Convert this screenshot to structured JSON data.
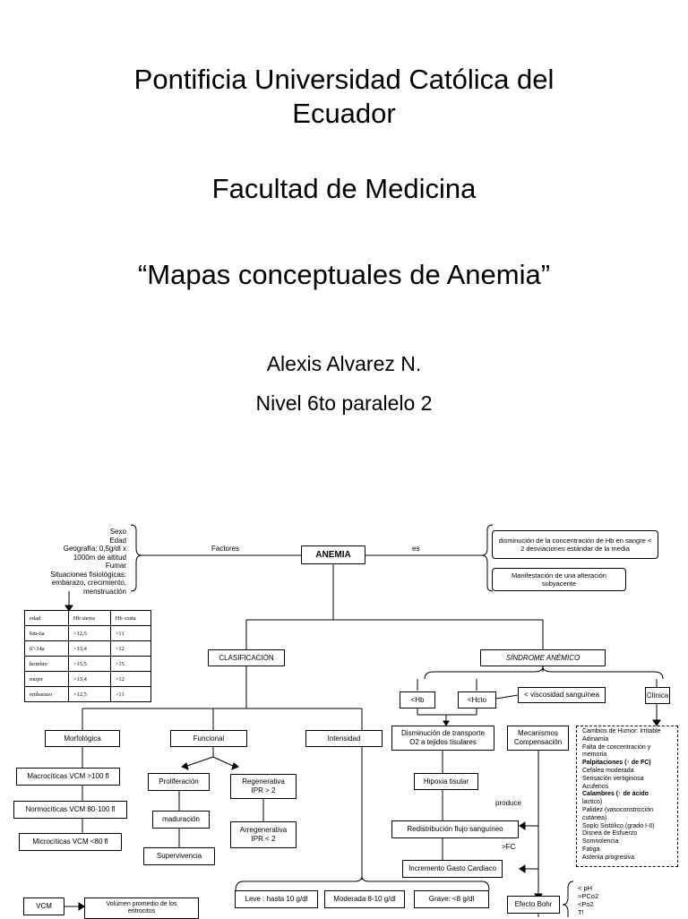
{
  "header": {
    "university_line1": "Pontificia Universidad Católica del",
    "university_line2": "Ecuador",
    "faculty": "Facultad de Medicina",
    "doc_title": "“Mapas conceptuales de Anemia”",
    "author": "Alexis Alvarez N.",
    "level": "Nivel 6to paralelo 2"
  },
  "map": {
    "root": "ANEMIA",
    "factores_label": "Factores",
    "es_label": "es",
    "factors": [
      "Sexo",
      "Edad",
      "Geografía: 0,5g/dl x",
      "1000m de altitud",
      "Fumar",
      "Situaciones fisiológicas:",
      "embarazo, crecimiento,",
      "menstruación"
    ],
    "definition_1": "disminución de la concentración de Hb en sangre < 2 desviaciones estándar de la media",
    "definition_2": "Manifestación de una alteración subyacente",
    "table": {
      "headers": [
        "edad",
        "Hb sierra",
        "Hb costa"
      ],
      "rows": [
        [
          "6m-6a",
          ">12,5",
          ">11"
        ],
        [
          "6ª-14a",
          ">13,4",
          ">12"
        ],
        [
          "hombre",
          ">15,5",
          ">15"
        ],
        [
          "mujer",
          ">13,4",
          ">12"
        ],
        [
          "embarazo",
          ">12,5",
          ">11"
        ]
      ]
    },
    "clasificacion": "CLASIFICACIÓN",
    "sindrome": "SÍNDROME ANÉMICO",
    "morfologica": "Morfológica",
    "funcional": "Funcional",
    "intensidad": "Intensidad",
    "macro": "Macrocíticas VCM >100 fl",
    "normo": "Normocíticas VCM 80-100 fl",
    "micro": "Microcíticas VCM <80 fl",
    "proliferacion": "Proliferación",
    "maduracion": "maduración",
    "supervivencia": "Supervivencia",
    "regenerativa": "Regenerativa IPR > 2",
    "arregenerativa": "Arregenerativa IPR < 2",
    "leve": "Leve : hasta 10 g/dl",
    "moderada": "Moderada 8-10 g/dl",
    "grave": "Grave: <8 g/dl",
    "vcm": "VCM",
    "vcm_def": "Volúmen promedio de los eritrocitos",
    "hb": "<Hb",
    "hcto": "<Hcto",
    "viscosidad": "< viscosidad sanguínea",
    "clinica": "Clínica",
    "disminucion_o2": "Disminución de transporte O2 a tejidos tisulares",
    "mecanismos": "Mecanismos Compensación",
    "hipoxia": "Hipoxia tisular",
    "produce": "produce",
    "redistribucion": "Redistribución flujo sanguíneo",
    "fc": ">FC",
    "incremento": "Incremento Gasto Cardiaco",
    "efecto_bohr": "Efecto Bohr",
    "bohr_list": [
      "< pH",
      ">PCo2",
      "<Po2",
      "T!"
    ],
    "clinica_list": [
      "Cambios de Humor: Irritable",
      "Adinamia",
      "Falta de concentración y",
      "memoria",
      "Palpitaciones (↑ de FC)",
      "Cefalea moderada",
      "Sensación vertiginosa",
      "Acufenos",
      "Calambres (↑ de ácido",
      "lactico)",
      "Palidez (vasoconstricción",
      "cutánea)",
      "Soplo Sistólico (grado I-II)",
      "Disnea de Esfuerzo",
      "Somnolencia",
      "Fatiga",
      "Astenia progresiva"
    ]
  }
}
